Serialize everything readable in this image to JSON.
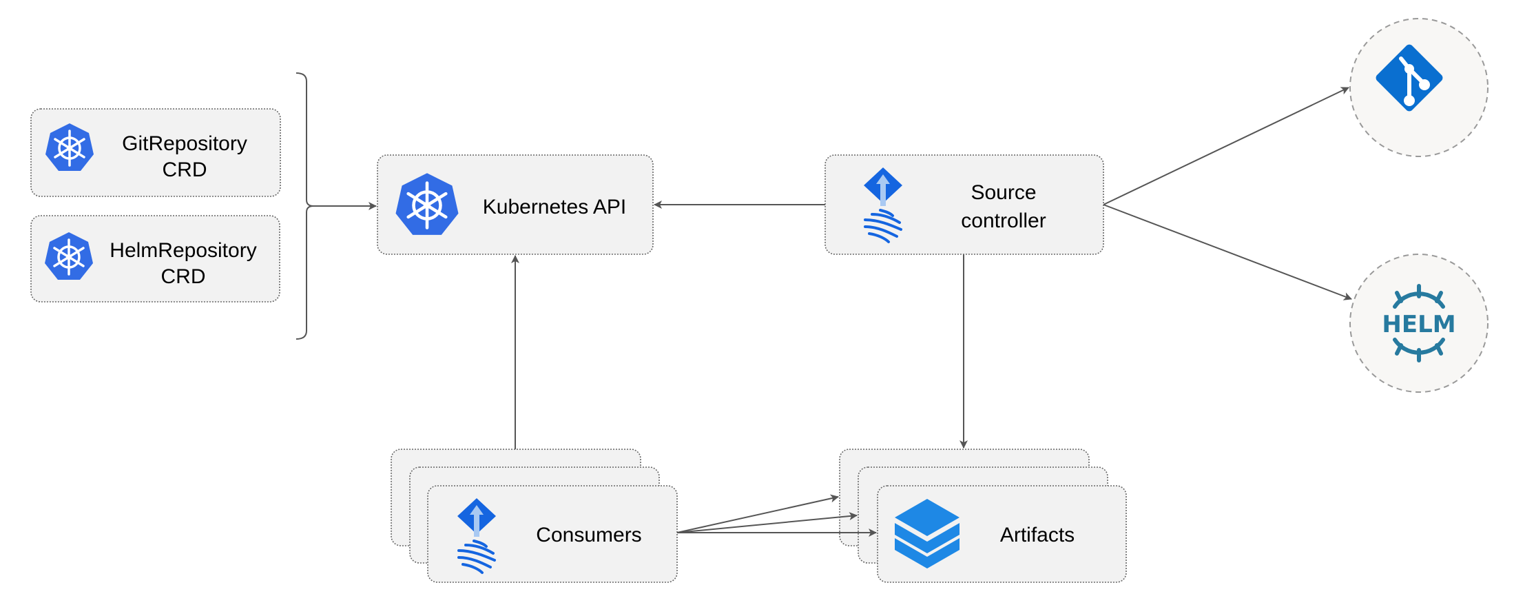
{
  "nodes": {
    "git_crd": {
      "line1": "GitRepository",
      "line2": "CRD",
      "icon": "kubernetes-icon"
    },
    "helm_crd": {
      "line1": "HelmRepository",
      "line2": "CRD",
      "icon": "kubernetes-icon"
    },
    "k8s_api": {
      "label": "Kubernetes API",
      "icon": "kubernetes-icon"
    },
    "source_controller": {
      "line1": "Source",
      "line2": "controller",
      "icon": "flux-icon"
    },
    "consumers": {
      "label": "Consumers",
      "icon": "flux-icon"
    },
    "artifacts": {
      "label": "Artifacts",
      "icon": "layers-icon"
    },
    "git": {
      "icon": "git-icon"
    },
    "helm": {
      "logo_text": "HELM",
      "icon": "helm-icon"
    }
  },
  "colors": {
    "k8s_blue": "#326ce5",
    "flux_blue": "#1565e0",
    "git_blue": "#0a6fd0",
    "helm_teal": "#277a9f",
    "layers_blue": "#1e88e5",
    "box_fill": "#f2f2f2",
    "edge": "#555555"
  }
}
